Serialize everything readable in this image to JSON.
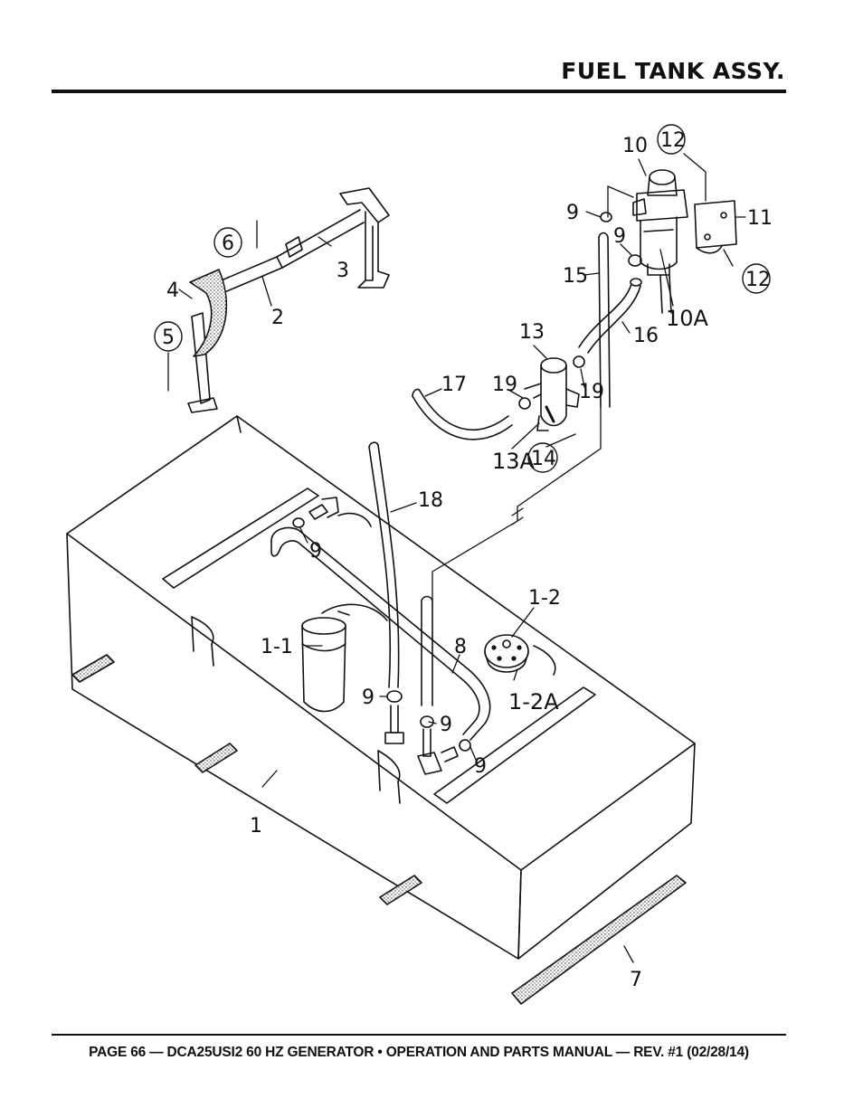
{
  "page_header": {
    "title": "FUEL TANK ASSY."
  },
  "page_footer": {
    "text": "PAGE 66 — DCA25USI2 60 HZ GENERATOR • OPERATION AND PARTS MANUAL — REV. #1 (02/28/14)"
  },
  "callouts": {
    "c1": "1",
    "c1_1": "1-1",
    "c1_2": "1-2",
    "c1_2a": "1-2A",
    "c2": "2",
    "c3": "3",
    "c4": "4",
    "c5": "5",
    "c6": "6",
    "c7": "7",
    "c8": "8",
    "c9": "9",
    "c10": "10",
    "c10a": "10A",
    "c11": "11",
    "c12": "12",
    "c13": "13",
    "c13a": "13A",
    "c14": "14",
    "c15": "15",
    "c16": "16",
    "c17": "17",
    "c18": "18",
    "c19": "19"
  }
}
